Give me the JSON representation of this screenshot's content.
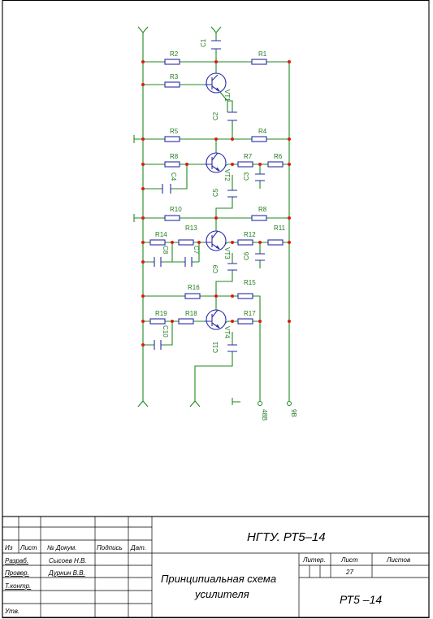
{
  "schematic": {
    "resistors": [
      "R1",
      "R2",
      "R3",
      "R4",
      "R5",
      "R6",
      "R7",
      "R8",
      "R8",
      "R10",
      "R11",
      "R12",
      "R13",
      "R14",
      "R15",
      "R16",
      "R17",
      "R18",
      "R19"
    ],
    "capacitors": [
      "C1",
      "C2",
      "C3",
      "C4",
      "C5",
      "C6",
      "C7",
      "C8",
      "C9",
      "C10",
      "C11"
    ],
    "transistors": [
      "VT1",
      "VT2",
      "VT3",
      "VT4"
    ],
    "terminals": {
      "v48": "48В",
      "v9": "9В"
    }
  },
  "title_block": {
    "designation": "НГТУ. РТ5–14",
    "title_line1": "Принципиальная схема",
    "title_line2": "усилителя",
    "code": "РТ5 –14",
    "headers": {
      "izm": "Из",
      "list": "Лист",
      "doc": "№ Докум.",
      "sign": "Подпись",
      "date": "Дат."
    },
    "roles": {
      "dev": "Разраб.",
      "check": "Провер.",
      "tcontrol": "Т.контр.",
      "approve": "Утв."
    },
    "people": {
      "dev": "Сысоев Н.В.",
      "check": "Дурнин В.В."
    },
    "cols": {
      "liter": "Литер.",
      "sheet": "Лист",
      "sheets": "Листов"
    },
    "sheet_value": "27"
  }
}
